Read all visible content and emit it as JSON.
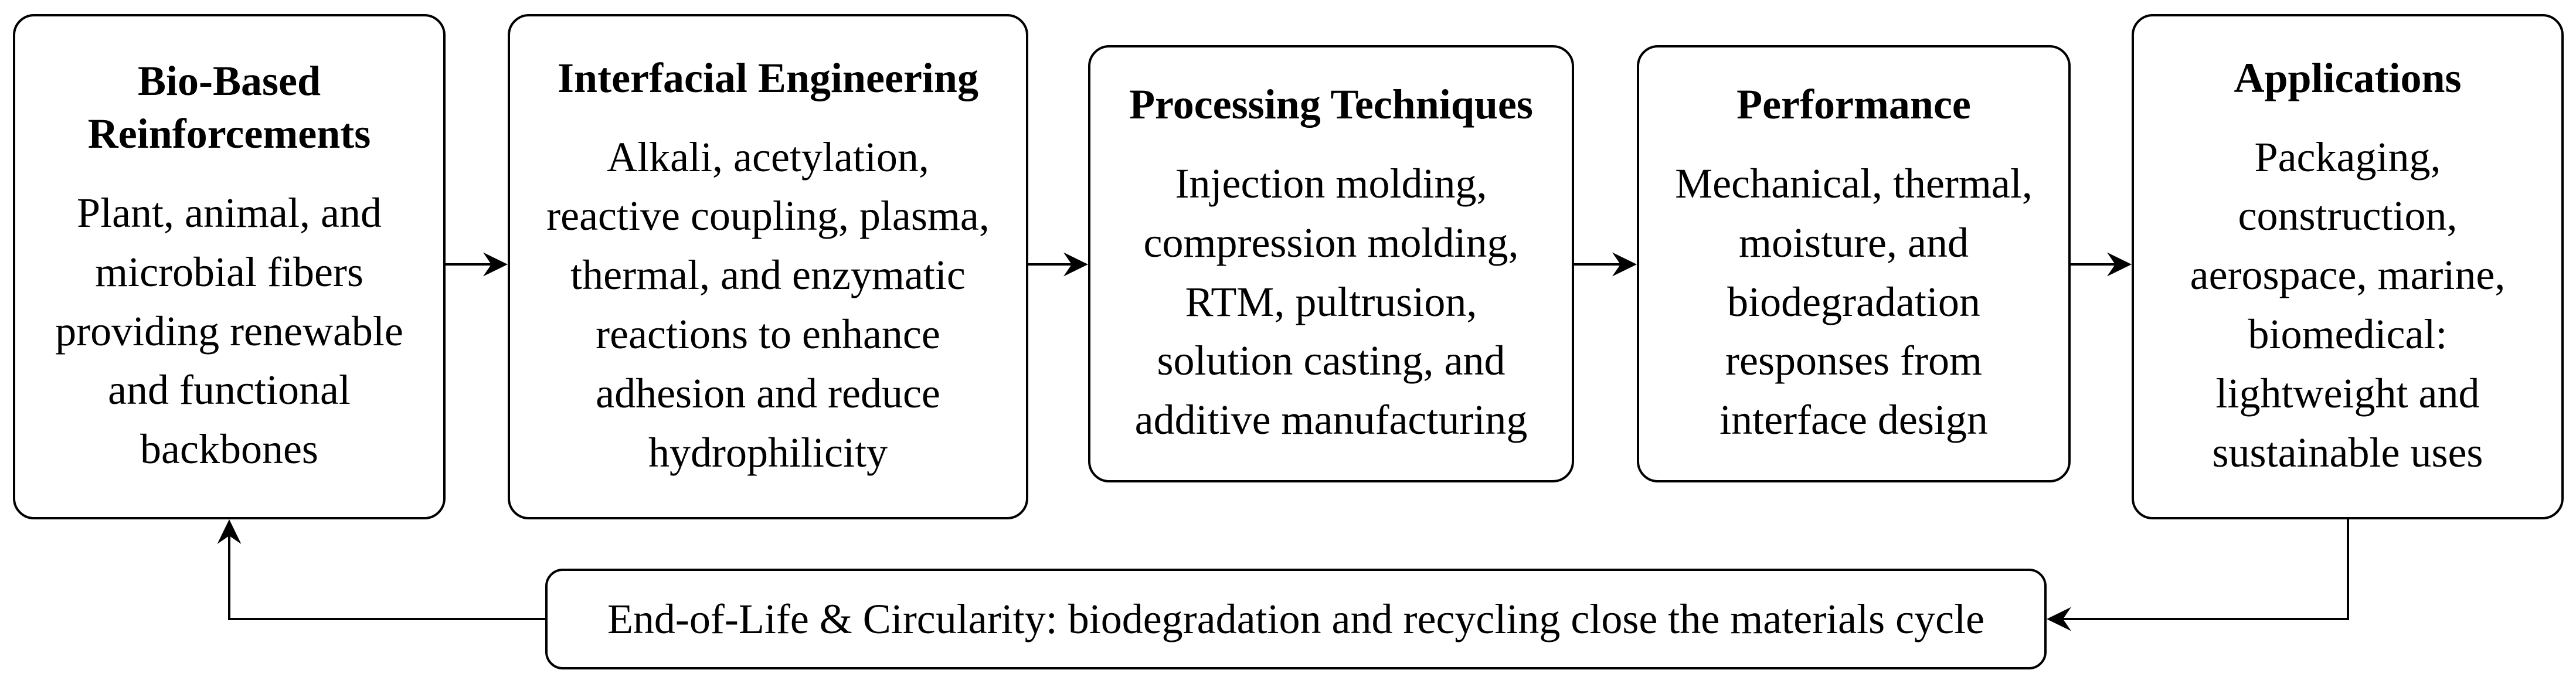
{
  "colors": {
    "line": "#000000",
    "background": "#ffffff",
    "text": "#000000"
  },
  "nodes": [
    {
      "id": "bio-based-reinforcements",
      "title": "Bio-Based\nReinforcements",
      "body": "Plant, animal, and\nmicrobial fibers\nproviding renewable\nand functional\nbackbones"
    },
    {
      "id": "interfacial-engineering",
      "title": "Interfacial Engineering",
      "body": "Alkali, acetylation,\nreactive coupling, plasma,\nthermal, and enzymatic\nreactions to enhance\nadhesion and reduce\nhydrophilicity"
    },
    {
      "id": "processing-techniques",
      "title": "Processing Techniques",
      "body": "Injection molding,\ncompression molding,\nRTM, pultrusion,\nsolution casting, and\nadditive manufacturing"
    },
    {
      "id": "performance",
      "title": "Performance",
      "body": "Mechanical, thermal,\nmoisture, and\nbiodegradation\nresponses from\ninterface design"
    },
    {
      "id": "applications",
      "title": "Applications",
      "body": "Packaging,\nconstruction,\naerospace, marine,\nbiomedical:\nlightweight and\nsustainable uses"
    }
  ],
  "loop_box": {
    "label": "End-of-Life & Circularity: biodegradation and recycling close the materials cycle"
  }
}
